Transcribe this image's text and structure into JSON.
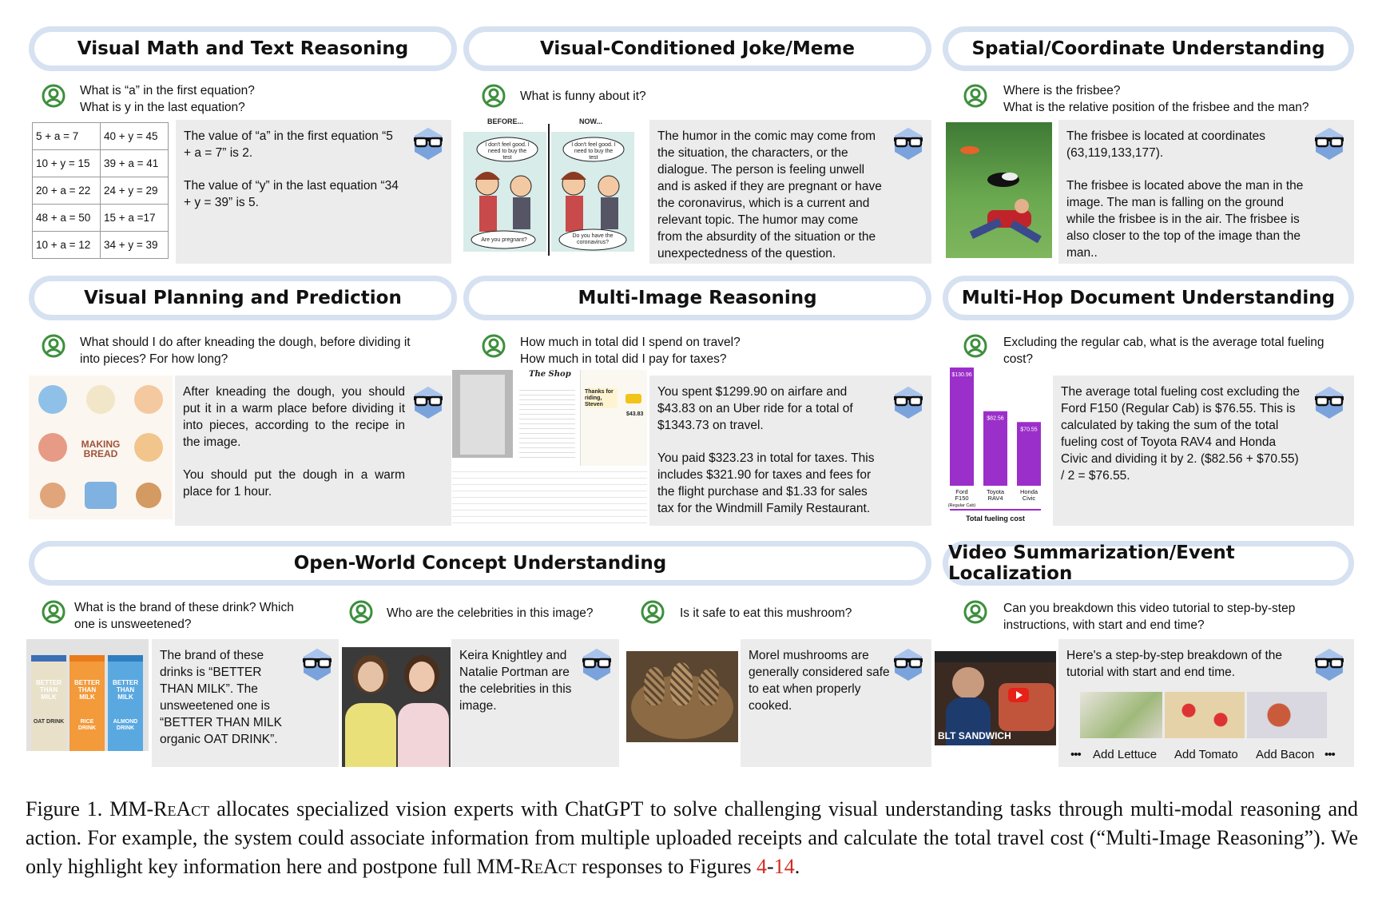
{
  "panels": {
    "math": {
      "title": "Visual Math and Text Reasoning",
      "q1": "What is “a” in the first equation?",
      "q2": "What is y in the last equation?",
      "table": [
        [
          "5 + a = 7",
          "40 + y = 45"
        ],
        [
          "10 + y = 15",
          "39 + a = 41"
        ],
        [
          "20 + a = 22",
          "24 + y = 29"
        ],
        [
          "48 + a = 50",
          "15 + a =17"
        ],
        [
          "10 + a = 12",
          "34 + y = 39"
        ]
      ],
      "a1": "The value of “a” in the first equation “5 + a = 7” is 2.",
      "a2": "The value of “y” in the last equation “34 + y = 39” is 5."
    },
    "joke": {
      "title": "Visual-Conditioned Joke/Meme",
      "q": "What is funny about it?",
      "comic_before": "BEFORE...",
      "comic_now": "NOW...",
      "bubble1": "I don't feel good. I need to buy the test",
      "bubble2": "I don't feel good. I need to buy the test",
      "bottom1": "Are you pregnant?",
      "bottom2": "Do you have the coronavirus?",
      "answer": "The humor in the comic may come from the situation, the characters, or the dialogue. The person is feeling unwell and is asked if they are pregnant or have the coronavirus, which is a current and relevant topic. The humor may come from the absurdity of the situation or the unexpectedness of the question."
    },
    "spatial": {
      "title": "Spatial/Coordinate Understanding",
      "q1": "Where is the frisbee?",
      "q2": "What is the relative position of the frisbee and the man?",
      "a1": "The frisbee is located at coordinates (63,119,133,177).",
      "a2": "The frisbee is located above the man in the image. The man is falling on the ground while the frisbee is in the air. The frisbee is also closer to the top of the image than the man.."
    },
    "planning": {
      "title": "Visual Planning and Prediction",
      "q": "What should I do after kneading the dough, before dividing it into pieces? For how long?",
      "making_bread": "MAKING BREAD",
      "a1": "After kneading the dough, you should put it in a warm place before dividing it into pieces, according to the recipe in the image.",
      "a2": "You should put the dough in a warm place for 1 hour."
    },
    "multiimage": {
      "title": "Multi-Image Reasoning",
      "q1": "How much in total did I spend on travel?",
      "q2": "How much in total did I pay for taxes?",
      "shop": "The Shop",
      "uber_thanks": "Thanks for riding, Steven",
      "uber_total": "$43.83",
      "a1": "You spent $1299.90 on airfare and $43.83 on an Uber ride for a total of $1343.73 on travel.",
      "a2": "You paid $323.23 in total for taxes. This includes $321.90 for taxes and fees for the flight purchase and $1.33 for sales tax for the Windmill Family Restaurant."
    },
    "multihop": {
      "title": "Multi-Hop Document Understanding",
      "q": "Excluding the regular cab, what is the average total fueling cost?",
      "answer": "The average total fueling cost excluding the Ford F150 (Regular Cab) is $76.55. This is calculated by taking the sum of the total fueling cost of Toyota RAV4 and Honda Civic and dividing it by 2. ($82.56 + $70.55) / 2 = $76.55."
    },
    "openworld": {
      "title": "Open-World Concept Understanding",
      "drink": {
        "q": "What is the brand of these drink? Which one is unsweetened?",
        "cartons": [
          "OAT DRINK",
          "RICE DRINK",
          "ALMOND DRINK"
        ],
        "brand": "BETTER THAN MILK",
        "answer": "The brand of these drinks is “BETTER THAN MILK”. The unsweetened one is “BETTER THAN MILK organic OAT DRINK”."
      },
      "celeb": {
        "q": "Who are the celebrities in this image?",
        "answer": "Keira Knightley and Natalie Portman are the celebrities in this image."
      },
      "mushroom": {
        "q": "Is it safe to eat this mushroom?",
        "answer": "Morel mushrooms are generally considered safe to eat when properly cooked."
      }
    },
    "video": {
      "title": "Video Summarization/Event Localization",
      "q": "Can you breakdown this video tutorial to step-by-step instructions, with start and end time?",
      "thumb_text": "BLT SANDWICH",
      "answer": "Here's a step-by-step breakdown of the tutorial with start and end time.",
      "dots": "•••",
      "steps": [
        "Add Lettuce",
        "Add Tomato",
        "Add Bacon"
      ]
    }
  },
  "chart_data": {
    "type": "bar",
    "categories": [
      "Ford F150 (Regular Cab)",
      "Toyota RAV4",
      "Honda Civic"
    ],
    "values": [
      130.96,
      82.56,
      70.55
    ],
    "value_labels": [
      "$130.96",
      "$82.56",
      "$70.55"
    ],
    "xlabel": "Total fueling cost",
    "color": "#9b2fc9"
  },
  "caption": {
    "prefix": "Figure 1. MM-R",
    "sc1": "e",
    "mid1": "A",
    "sc2": "ct",
    "body": " allocates specialized vision experts with ChatGPT to solve challenging visual understanding tasks through multi-modal reasoning and action. For example, the system could associate information from multiple uploaded receipts and calculate the total travel cost (“Multi-Image Reasoning”). We only highlight key information here and postpone full MM-R",
    "tail": " responses to Figures ",
    "fig_start": "4",
    "fig_dash": "-",
    "fig_end": "14",
    "end": "."
  },
  "colors": {
    "pill_border": "#d6e1f1",
    "answer_bg": "#ececec",
    "user_icon": "#3d8f3d",
    "bot_icon": "#6a94d4",
    "link_red": "#d42a20"
  }
}
